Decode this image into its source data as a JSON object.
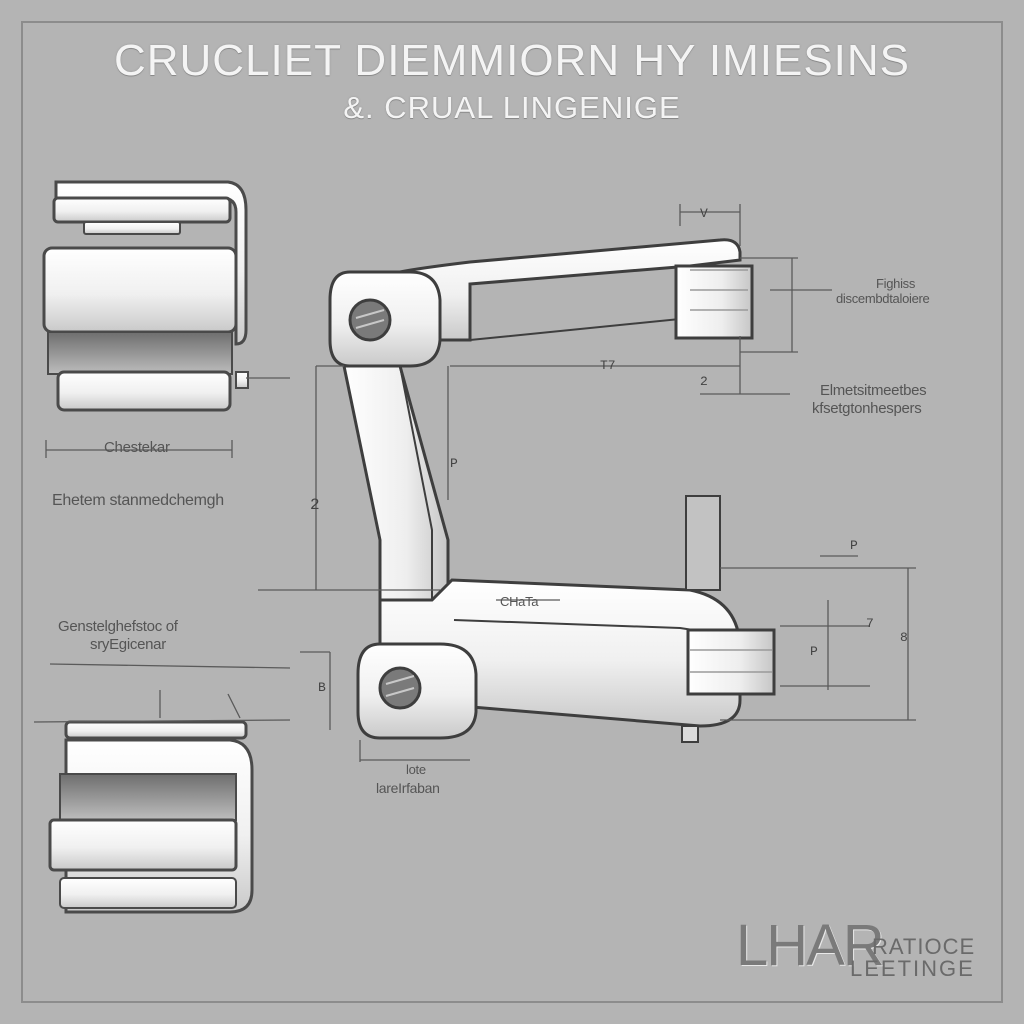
{
  "title": {
    "main": "CRUCLIET DIEMMIORN HY IMIESINS",
    "sub": "&. CRUAL LINGENIGE"
  },
  "labels": {
    "left_top_width": "Chestekar",
    "left_mid_note": "Ehetem stanmedchemgh",
    "left_lower_note_1": "Genstelghefstoc of",
    "left_lower_note_2": "sryEgicenar",
    "right_top_1": "Fighiss",
    "right_top_2": "discembdtaloiere",
    "right_mid_1": "Elmetsitmeetbes",
    "right_mid_2": "kfsetgtonhespers",
    "bottom_center_1": "lote",
    "bottom_center_2": "lareIrfaban",
    "center_small": "CHaTa"
  },
  "dimension_marks": {
    "top_v": "V",
    "top_mid": "T7",
    "right_2": "2",
    "left_2": "2",
    "mid_p": "P",
    "right_p": "P",
    "right_7": "7",
    "right_8": "8",
    "right_p2": "P",
    "left_b": "B"
  },
  "logo": {
    "main": "LHAR",
    "top": "RATIOCE",
    "bottom": "LEETINGE"
  }
}
